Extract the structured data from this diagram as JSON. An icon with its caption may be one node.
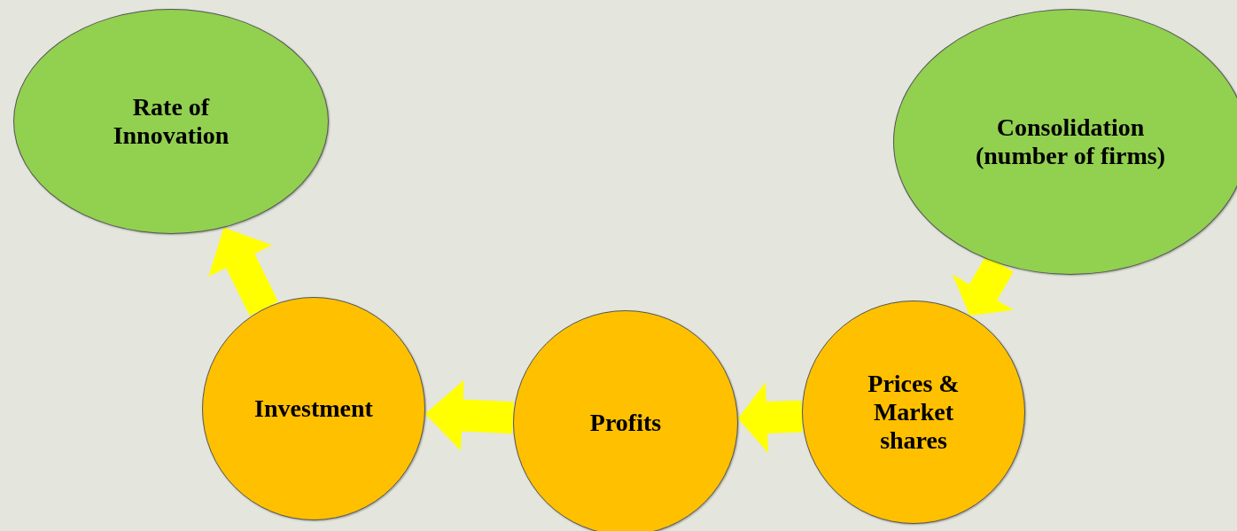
{
  "diagram": {
    "nodes": [
      {
        "text": [
          "Rate of Innovation"
        ]
      },
      {
        "text": [
          "Consolidation (number of firms)"
        ]
      },
      {
        "text": [
          "Prices & Market shares"
        ]
      },
      {
        "text": [
          "Profits"
        ]
      },
      {
        "text": [
          "Investment"
        ]
      }
    ],
    "edges": [
      {
        "from": 1,
        "to": 2,
        "arrow": "to"
      },
      {
        "from": 2,
        "to": 3,
        "arrow": "to"
      },
      {
        "from": 3,
        "to": 4,
        "arrow": "to"
      },
      {
        "from": 4,
        "to": 0,
        "arrow": "to"
      }
    ]
  }
}
